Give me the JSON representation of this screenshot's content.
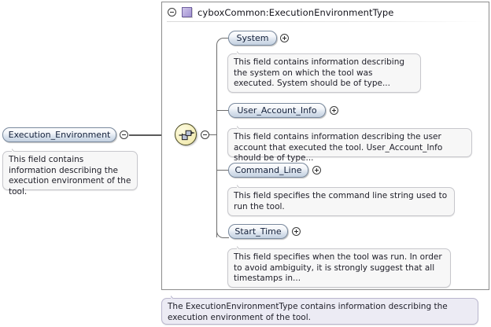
{
  "diagram": {
    "kind": "xsd-schema-diagram",
    "root_element": {
      "name": "Execution_Environment",
      "toggle": "minus",
      "annotation": "This field contains information describing the execution environment of the tool."
    },
    "complex_type": {
      "title": "cyboxCommon:ExecutionEnvironmentType",
      "toggle": "minus",
      "icon": "complex-type-swatch",
      "compositor": {
        "kind": "sequence",
        "icon": "sequence-icon",
        "toggle": "minus"
      },
      "documentation": "The ExecutionEnvironmentType contains information describing the execution environment of the tool."
    },
    "children": [
      {
        "name": "System",
        "toggle": "plus",
        "annotation": "This field contains information describing the system on which the tool was executed. System should be of type..."
      },
      {
        "name": "User_Account_Info",
        "toggle": "plus",
        "annotation": "This field contains information describing the user account that executed the tool. User_Account_Info should be of type..."
      },
      {
        "name": "Command_Line",
        "toggle": "plus",
        "annotation": "This field specifies the command line string used to run the tool."
      },
      {
        "name": "Start_Time",
        "toggle": "plus",
        "annotation": "This field specifies when the tool was run. In order to avoid ambiguity, it is strongly suggest that all timestamps in..."
      }
    ],
    "colors": {
      "element_border": "#7a8a9e",
      "element_fill_top": "#fdfdfe",
      "element_fill_bottom": "#c3d0e0",
      "compositor_fill": "#f6f0bf",
      "type_swatch": "#b7a9dd",
      "annotation_fill": "#f7f7f7",
      "type_doc_fill": "#ecebf4",
      "connector": "#6c6c6c",
      "container_border": "#8c8c8c"
    }
  }
}
